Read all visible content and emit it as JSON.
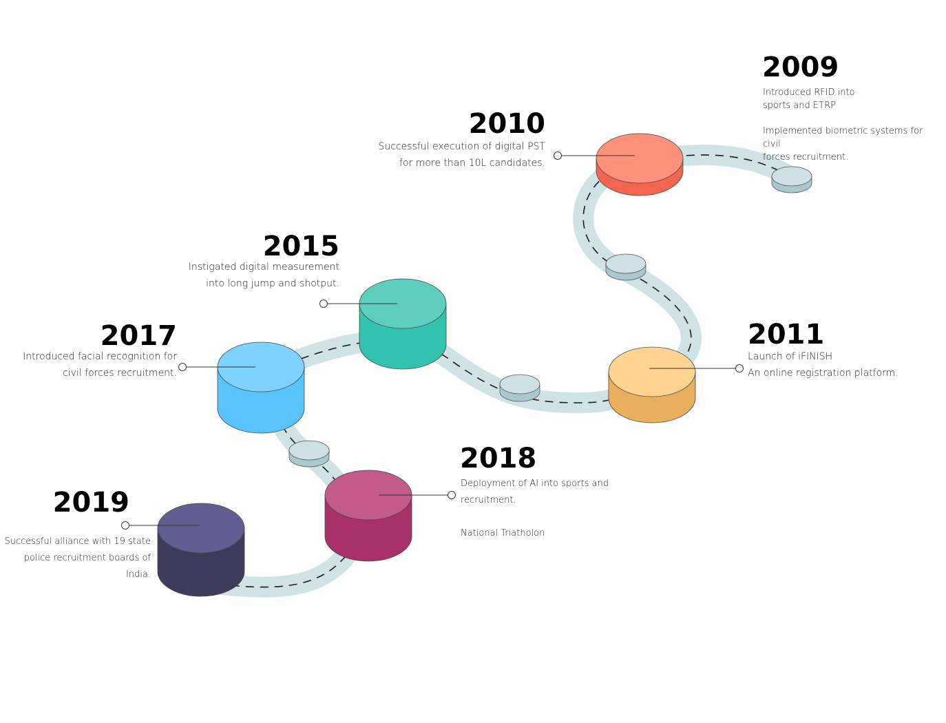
{
  "milestones": [
    {
      "id": "2009",
      "year": "2009",
      "lines": [
        "Introduced RFID into",
        "sports and ETRP"
      ],
      "extra": [
        "Implemented biometric systems for civil",
        "forces recruitment."
      ]
    },
    {
      "id": "2010",
      "year": "2010",
      "color": "#f2654f",
      "lines": [
        "Successful execution of digital PST",
        "for more than 10L candidates."
      ]
    },
    {
      "id": "2011",
      "year": "2011",
      "color": "#e8b05e",
      "lines": [
        "Launch of iFINISH",
        "An online registration platform."
      ]
    },
    {
      "id": "2015",
      "year": "2015",
      "color": "#33c2ad",
      "lines": [
        "Instigated digital measurement",
        "into long jump and shotput."
      ]
    },
    {
      "id": "2017",
      "year": "2017",
      "color": "#59c3fb",
      "lines": [
        "Introduced facial recognition for",
        "civil forces recruitment."
      ]
    },
    {
      "id": "2018",
      "year": "2018",
      "color": "#a93069",
      "lines": [
        "Deployment of AI into sports and",
        "recruitment."
      ],
      "extra": [
        "National Triatholon"
      ]
    },
    {
      "id": "2019",
      "year": "2019",
      "color": "#3f3b5c",
      "lines": [
        "Successful alliance with 19 state",
        "police recruitment boards of",
        "India."
      ]
    }
  ],
  "colors": {
    "road": "#cfe2e6",
    "road_dash": "#1a1a1a",
    "node_top": "#cde1e6",
    "node_side": "#a9c7ce",
    "cyl_2010_top": "#ff917a",
    "cyl_2010_side": "#f2654f",
    "cyl_2011_top": "#ffd491",
    "cyl_2011_side": "#e8b05e",
    "cyl_2015_top": "#5ccebf",
    "cyl_2015_side": "#33c2ad",
    "cyl_2017_top": "#7dd3fd",
    "cyl_2017_side": "#59c3fb",
    "cyl_2018_top": "#c35a8c",
    "cyl_2018_side": "#a93069",
    "cyl_2019_top": "#635e92",
    "cyl_2019_side": "#3f3b5c"
  }
}
